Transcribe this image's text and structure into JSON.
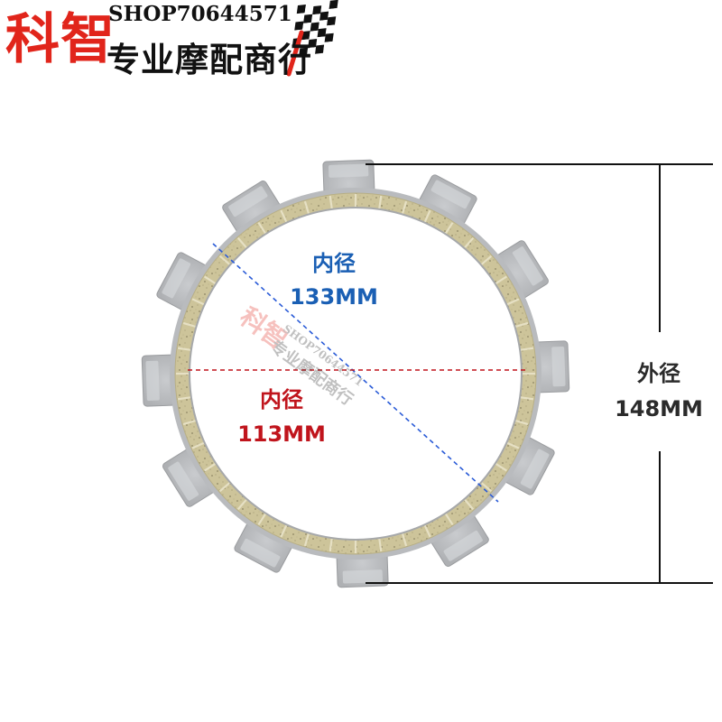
{
  "logo": {
    "brand_cn": "科智",
    "shop_id": "SHOP70644571",
    "slogan": "专业摩配商行"
  },
  "dimensions": {
    "diagonal_label": "内径",
    "diagonal_value": "133MM",
    "horizontal_label": "内径",
    "horizontal_value": "113MM",
    "outer_label": "外径",
    "outer_value": "148MM"
  },
  "colors": {
    "brand_red": "#e1251b",
    "blue_dimension": "#1a5fb4",
    "red_dimension": "#c0141c",
    "friction_material": "#cdc49a",
    "steel_tab": "#bfc1c4"
  },
  "part": {
    "tab_count": 12,
    "pad_count": 44
  }
}
